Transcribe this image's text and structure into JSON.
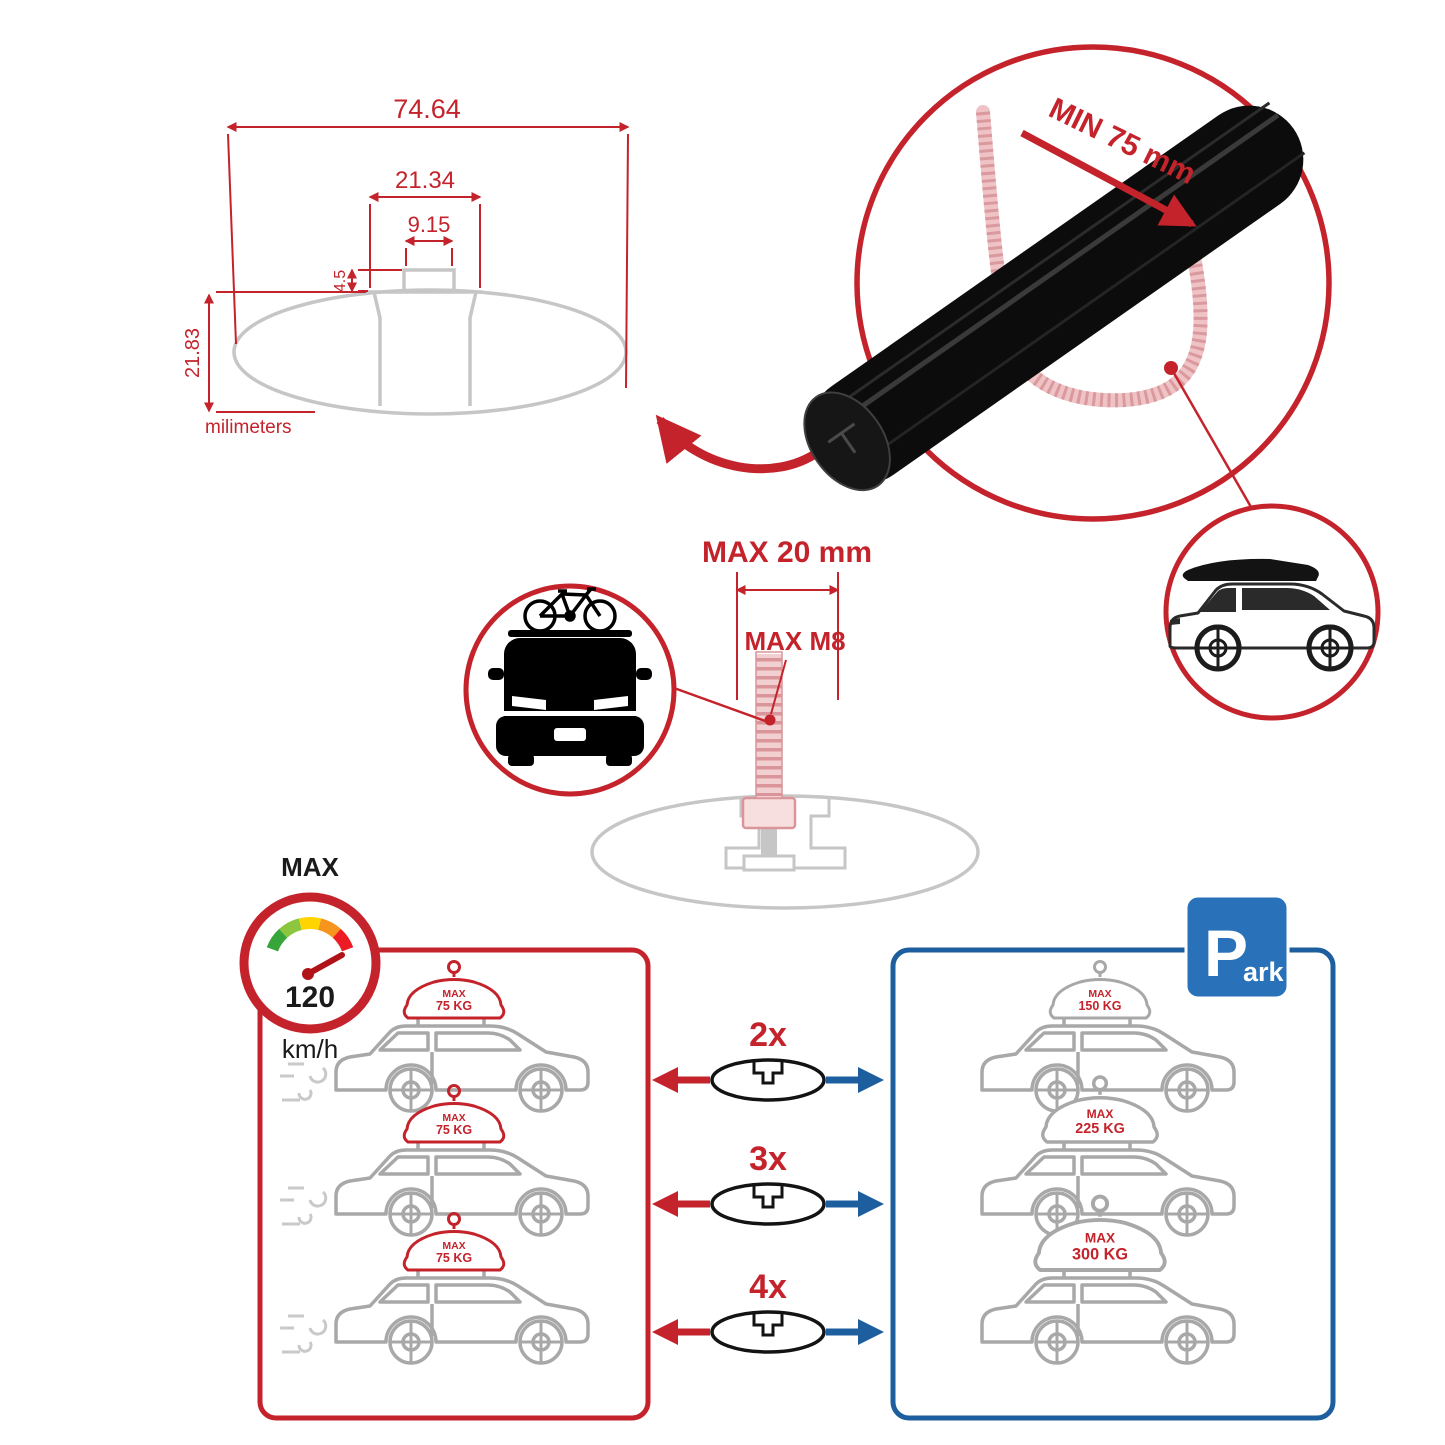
{
  "profile_diagram": {
    "total_width": "74.64",
    "upper_width": "21.34",
    "slot_width": "9.15",
    "step_height": "4.5",
    "total_height": "21.83",
    "units_label": "milimeters"
  },
  "crossbar_detail": {
    "min_grip_label": "MIN 75 mm"
  },
  "bolt_detail": {
    "max_length_label": "MAX 20 mm",
    "max_thread_label": "MAX M8"
  },
  "speed_limit": {
    "label": "MAX",
    "value": "120",
    "unit": "km/h"
  },
  "park_sign": {
    "initial": "P",
    "suffix": "ark"
  },
  "capacity_rows": [
    {
      "bar_count": "2x",
      "driving": {
        "max": "MAX",
        "weight": "75 KG"
      },
      "parked": {
        "max": "MAX",
        "weight": "150 KG"
      }
    },
    {
      "bar_count": "3x",
      "driving": {
        "max": "MAX",
        "weight": "75 KG"
      },
      "parked": {
        "max": "MAX",
        "weight": "225 KG"
      }
    },
    {
      "bar_count": "4x",
      "driving": {
        "max": "MAX",
        "weight": "75 KG"
      },
      "parked": {
        "max": "MAX",
        "weight": "300 KG"
      }
    }
  ],
  "colors": {
    "red": "#c4232b",
    "blue": "#1d5f9e",
    "park_blue": "#2971b8",
    "gray": "#c6c6c6"
  }
}
